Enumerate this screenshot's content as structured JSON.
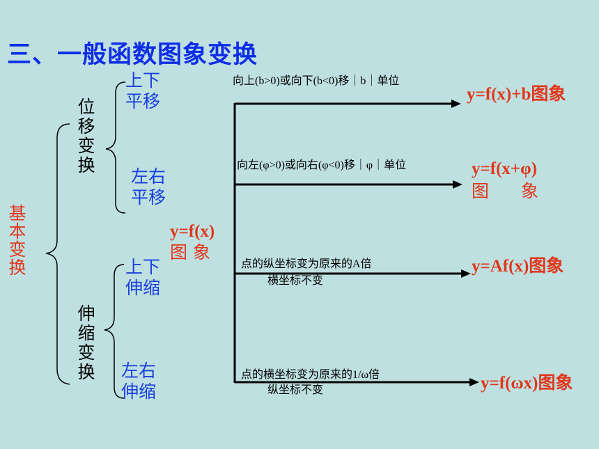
{
  "title": "三、一般函数图象变换",
  "root_label": "基本变换",
  "categories": {
    "shift": "位移变换",
    "scale": "伸缩变换"
  },
  "subtypes": {
    "vertical_shift": [
      "上下",
      "平移"
    ],
    "horizontal_shift": [
      "左右",
      "平移"
    ],
    "vertical_scale": [
      "上下",
      "伸缩"
    ],
    "horizontal_scale": [
      "左右",
      "伸缩"
    ]
  },
  "center": {
    "formula": "y=f(x)",
    "label": "图象"
  },
  "branches": [
    {
      "rule": "向上(b>0)或向下(b<0)移｜b｜单位",
      "result": "y=f(x)+b图象"
    },
    {
      "rule": "向左(φ>0)或向右(φ<0)移｜φ｜单位",
      "result_line1": "y=f(x+φ)",
      "result_line2": "图象"
    },
    {
      "rule_line1": "点的纵坐标变为原来的A倍",
      "rule_line2": "横坐标不变",
      "result": "y=Af(x)图象"
    },
    {
      "rule_line1": "点的横坐标变为原来的1/ω倍",
      "rule_line2": "纵坐标不变",
      "result": "y=f(ωx)图象"
    }
  ]
}
